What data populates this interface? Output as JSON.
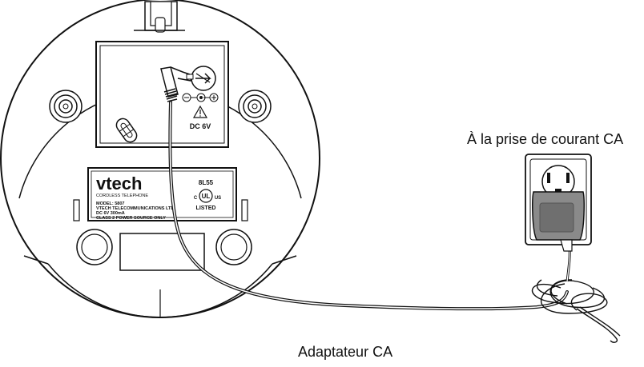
{
  "labels": {
    "outlet": "À la prise de courant CA",
    "adapter": "Adaptateur CA"
  },
  "base_label": {
    "brand": "vtech",
    "product": "CORDLESS TELEPHONE",
    "model": "MODEL: 5807",
    "maker": "VTECH TELECOMMUNICATIONS LTD.",
    "rating": "DC 6V 300mA",
    "power": "CLASS 2 POWER SOURCE ONLY",
    "cert_code": "8L55",
    "ul_c": "C",
    "ul_us": "US",
    "ul_mark": "UL",
    "ul_listed": "LISTED"
  },
  "jack": {
    "voltage": "DC 6V",
    "polarity_minus": "⊖",
    "polarity_plus": "⊕",
    "warning": "⚠"
  },
  "colors": {
    "line": "#111111",
    "adapter_body": "#8a8a8a",
    "adapter_panel": "#6f6f6f",
    "cord": "#9a9a9a",
    "base_fill": "#ffffff"
  }
}
